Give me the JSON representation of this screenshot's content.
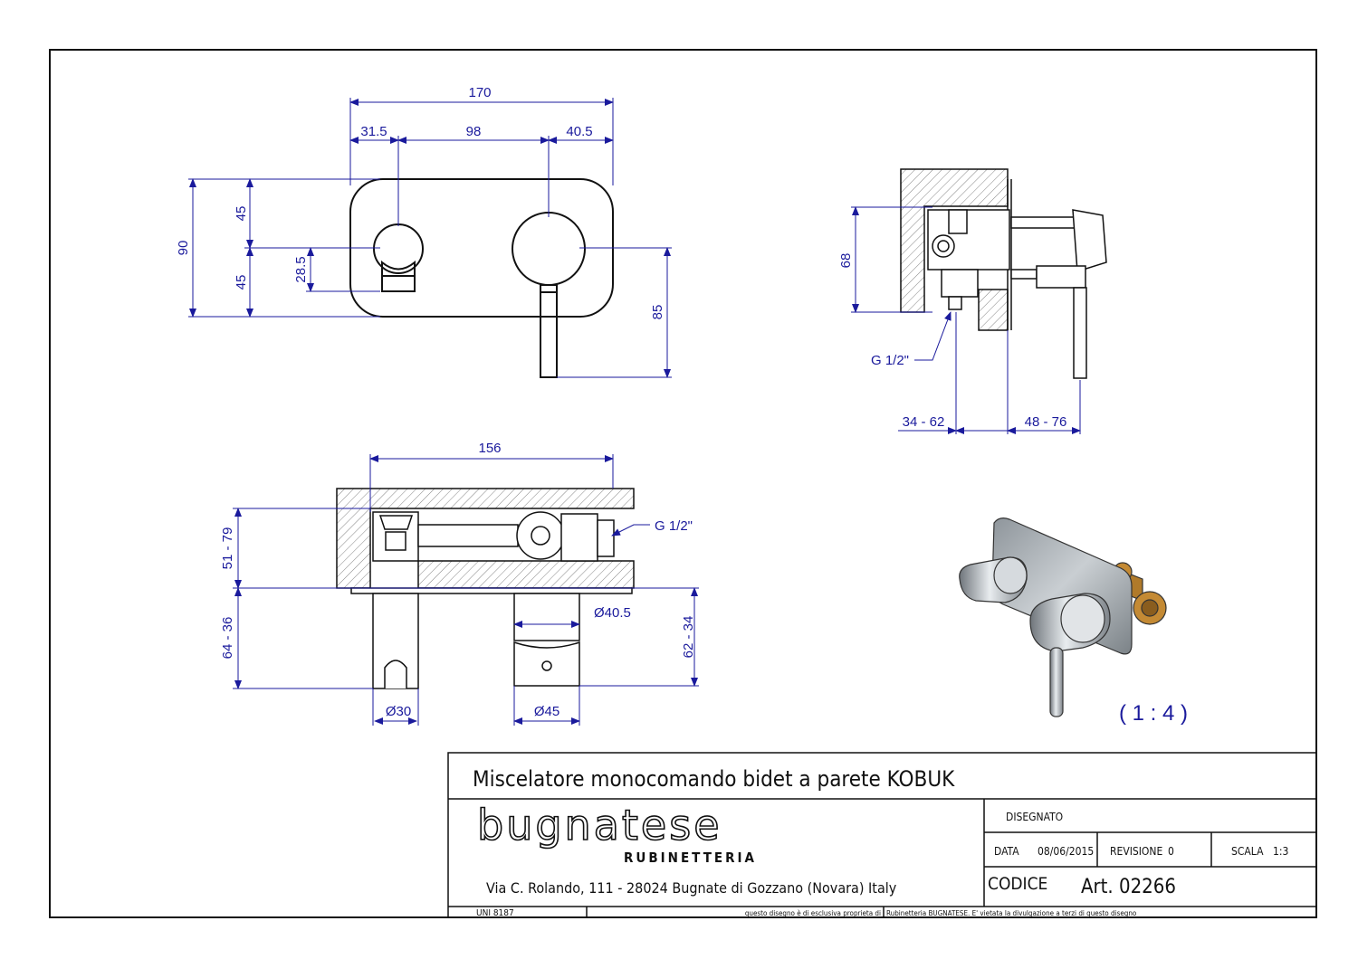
{
  "colors": {
    "dimension": "#1a1a9c",
    "line": "#111111",
    "metal": "#9aa0a6",
    "brass": "#b07a2a"
  },
  "views": {
    "front": {
      "dims": {
        "overall": "170",
        "left_offset": "31.5",
        "center_distance": "98",
        "right_offset": "40.5",
        "height": "90",
        "upper_half": "45",
        "lower_half": "45",
        "holder_height": "28.5",
        "lever_drop": "85"
      }
    },
    "side": {
      "dims": {
        "height": "68",
        "inlet": "G 1/2\"",
        "wall_depth": "34 - 62",
        "projection": "48 - 76"
      }
    },
    "top": {
      "dims": {
        "depth": "156",
        "inlet": "G 1/2\"",
        "wall_range": "51 - 79",
        "holder_projection": "64 - 36",
        "cap_diameter": "Ø40.5",
        "handle_projection": "62 - 34",
        "holder_diameter": "Ø30",
        "handle_diameter": "Ø45"
      }
    },
    "iso": {
      "scale": "( 1 : 4 )"
    }
  },
  "title_block": {
    "title": "Miscelatore monocomando bidet a parete KOBUK",
    "brand": "bugnatese",
    "brand_sub": "RUBINETTERIA",
    "address": "Via C. Rolando, 111 - 28024 Bugnate di Gozzano (Novara) Italy",
    "drawn_label": "DISEGNATO",
    "date_label": "DATA",
    "date": "08/06/2015",
    "revision_label": "REVISIONE",
    "revision": "0",
    "scale_label": "SCALA",
    "scale": "1:3",
    "code_label": "CODICE",
    "code": "Art. 02266",
    "standard": "UNI 8187",
    "notice_left": "questo disegno è di esclusiva proprieta di",
    "notice_right": "Rubinetteria BUGNATESE. E' vietata la divulgazione a terzi di questo disegno"
  }
}
